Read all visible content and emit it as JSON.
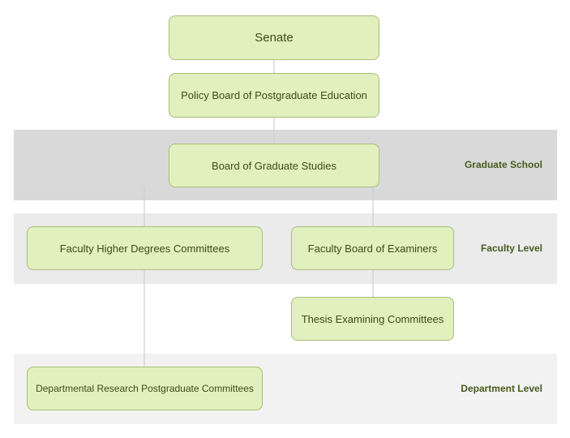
{
  "levels": {
    "graduate_school": "Graduate School",
    "faculty_level": "Faculty Level",
    "department_level": "Department Level"
  },
  "nodes": {
    "senate": "Senate",
    "policy_board": "Policy Board of Postgraduate Education",
    "board_graduate_studies": "Board of Graduate Studies",
    "faculty_higher_degrees": "Faculty Higher Degrees Committees",
    "faculty_board_examiners": "Faculty Board of Examiners",
    "thesis_examining": "Thesis Examining Committees",
    "departmental_research": "Departmental Research Postgraduate Committees"
  },
  "colors": {
    "node_fill": "#e2efbf",
    "node_border": "#a9be78",
    "node_text": "#3e4a1c",
    "label_text": "#4a5a1e",
    "band_graduate": "#d9d9d9",
    "band_faculty": "#ebebeb",
    "band_department": "#f2f2f2"
  }
}
